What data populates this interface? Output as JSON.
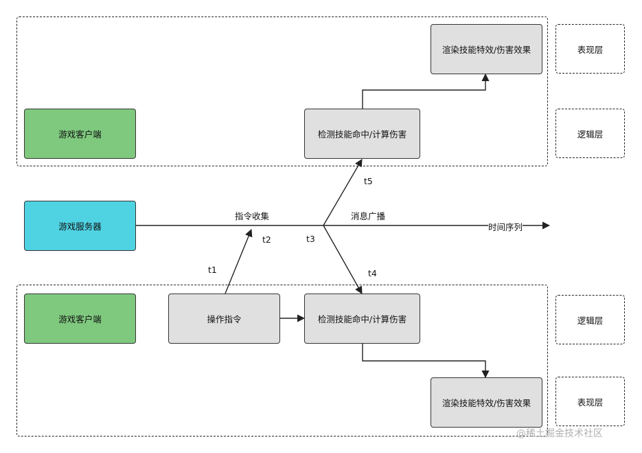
{
  "groups": {
    "server": "游戏服务器",
    "top_client": "游戏客户端",
    "bottom_client": "游戏客户端"
  },
  "nodes": {
    "top_render": "渲染技能特效/伤害效果",
    "top_detect": "检测技能命中/计算伤害",
    "bottom_operate": "操作指令",
    "bottom_detect": "检测技能命中/计算伤害",
    "bottom_render": "渲染技能特效/伤害效果"
  },
  "layers": {
    "top_presentation": "表现层",
    "top_logic": "逻辑层",
    "bottom_logic": "逻辑层",
    "bottom_presentation": "表现层"
  },
  "edge_labels": {
    "t1": "t1",
    "t2": "t2",
    "t3": "t3",
    "t4": "t4",
    "t5": "t5",
    "collect": "指令收集",
    "broadcast": "消息广播",
    "timeline": "时间序列"
  },
  "watermark": "@稀土掘金技术社区",
  "colors": {
    "client": "#7fc97f",
    "server": "#4fd3e3",
    "step": "#e0e0e0"
  }
}
